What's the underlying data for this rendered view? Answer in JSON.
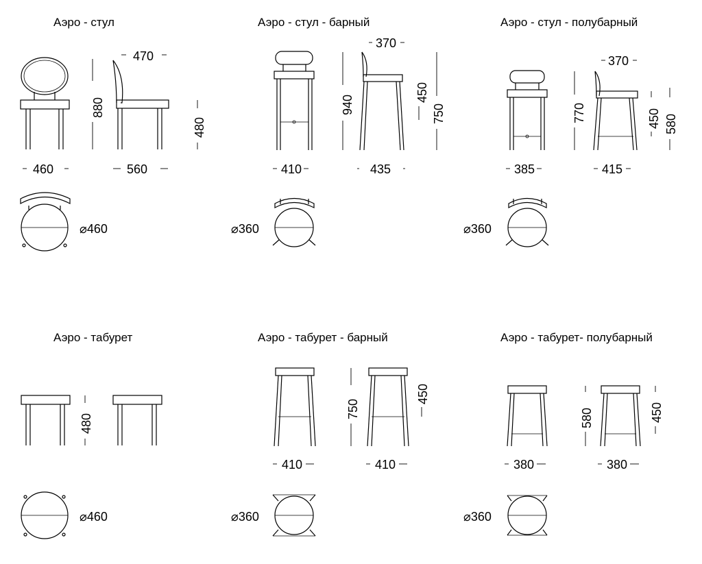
{
  "titles": {
    "chair": "Аэро - стул",
    "chair_bar": "Аэро - стул - барный",
    "chair_halfbar": "Аэро - стул - полубарный",
    "stool": "Аэро - табурет",
    "stool_bar": "Аэро - табурет - барный",
    "stool_halfbar": "Аэро - табурет- полубарный"
  },
  "dims": {
    "chair": {
      "width": "460",
      "depth": "560",
      "height": "880",
      "seat_height": "480",
      "seat_depth": "470",
      "diameter": "⌀460"
    },
    "chair_bar": {
      "width": "410",
      "depth": "435",
      "height": "940",
      "seat_depth": "370",
      "back": "450",
      "seat_height": "750",
      "diameter": "⌀360"
    },
    "chair_halfbar": {
      "width": "385",
      "depth": "415",
      "height": "770",
      "seat_depth": "370",
      "back": "450",
      "seat_height": "580",
      "diameter": "⌀360"
    },
    "stool": {
      "height": "480",
      "diameter": "⌀460"
    },
    "stool_bar": {
      "width": "410",
      "depth": "410",
      "height": "750",
      "foot": "450",
      "diameter": "⌀360"
    },
    "stool_halfbar": {
      "width": "380",
      "depth": "380",
      "height": "580",
      "foot": "450",
      "diameter": "⌀360"
    }
  }
}
